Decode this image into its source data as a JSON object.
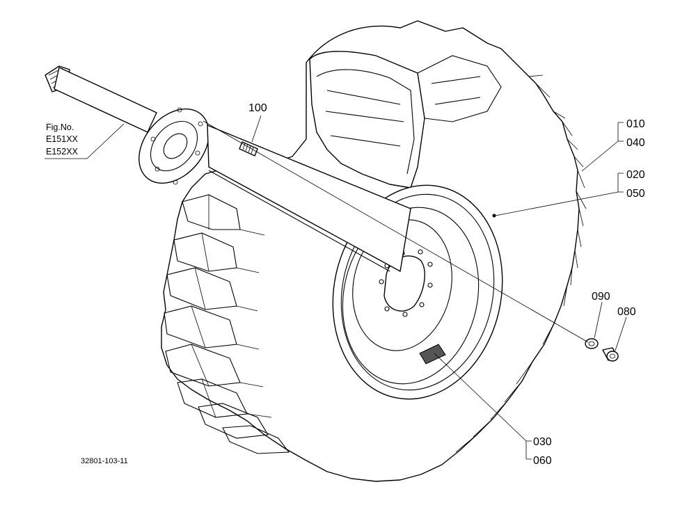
{
  "figure_ref": {
    "line1": "Fig.No.",
    "line2": "E151XX",
    "line3": "E152XX"
  },
  "callouts": {
    "p100": "100",
    "p010": "010",
    "p040": "040",
    "p020": "020",
    "p050": "050",
    "p090": "090",
    "p080": "080",
    "p030": "030",
    "p060": "060"
  },
  "drawing_code": "32801-103-11"
}
